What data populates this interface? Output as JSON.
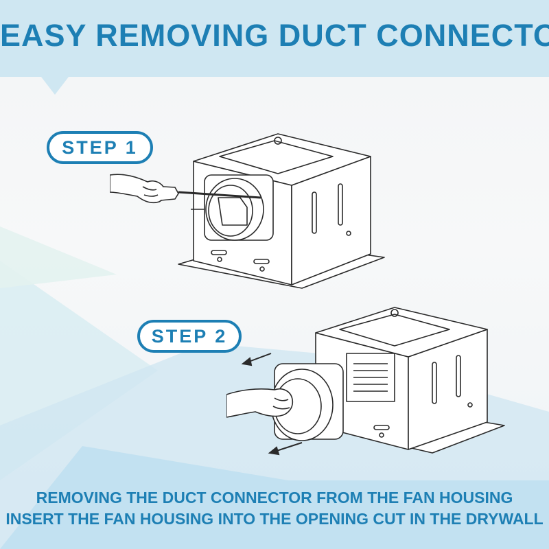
{
  "title": "EASY REMOVING DUCT CONNECTOR",
  "steps": [
    {
      "label": "STEP 1"
    },
    {
      "label": "STEP 2"
    }
  ],
  "captions": [
    "REMOVING THE DUCT CONNECTOR FROM THE FAN HOUSING",
    "INSERT THE FAN HOUSING INTO THE OPENING CUT IN THE DRYWALL"
  ],
  "colors": {
    "accent": "#1d7fb4",
    "header_band": "#cfe7f2",
    "background": "#f5f7f8"
  },
  "icons": [
    "screwdriver-hand-icon",
    "fan-housing-icon",
    "duct-connector-icon",
    "arrow-left-icon"
  ]
}
